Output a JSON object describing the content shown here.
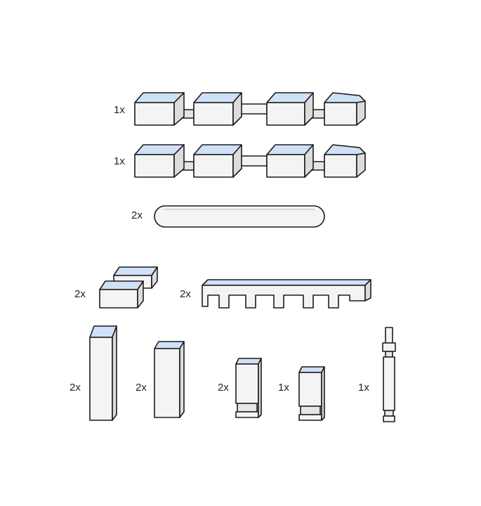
{
  "parts": [
    {
      "id": "bar-a",
      "icon": "long-blue-block-bar-icon",
      "quantity": "1x"
    },
    {
      "id": "bar-b",
      "icon": "long-blue-block-bar-icon",
      "quantity": "1x"
    },
    {
      "id": "rod",
      "icon": "rounded-rod-icon",
      "quantity": "2x"
    },
    {
      "id": "small-block",
      "icon": "double-block-icon",
      "quantity": "2x"
    },
    {
      "id": "comb",
      "icon": "notched-comb-bar-icon",
      "quantity": "2x"
    },
    {
      "id": "tall-post",
      "icon": "tall-post-icon",
      "quantity": "2x"
    },
    {
      "id": "medium-post",
      "icon": "medium-post-icon",
      "quantity": "2x"
    },
    {
      "id": "short-post-a",
      "icon": "short-post-icon",
      "quantity": "2x"
    },
    {
      "id": "short-post-b",
      "icon": "short-post-icon",
      "quantity": "1x"
    },
    {
      "id": "pin-post",
      "icon": "pin-post-icon",
      "quantity": "1x"
    }
  ],
  "colors": {
    "face_top": "#cfe0f7",
    "face_front": "#f4f4f4",
    "face_side": "#dcdcdc",
    "outline": "#1c1c1c"
  }
}
